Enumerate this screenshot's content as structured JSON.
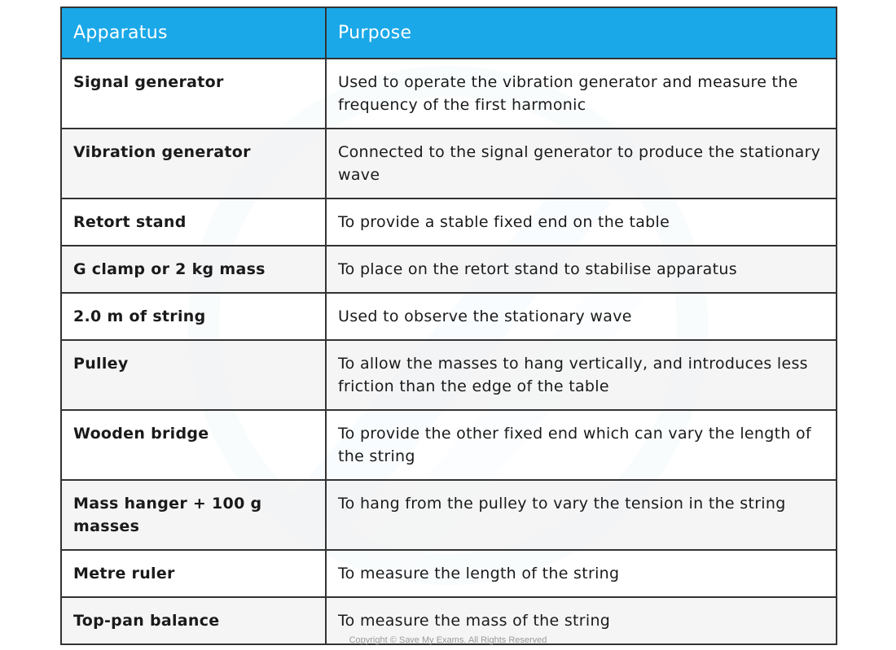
{
  "table": {
    "headers": [
      "Apparatus",
      "Purpose"
    ],
    "rows": [
      {
        "apparatus": "Signal generator",
        "purpose": "Used to operate the  vibration generator and measure the frequency of the first harmonic"
      },
      {
        "apparatus": "Vibration generator",
        "purpose": "Connected to the signal generator to produce the stationary wave"
      },
      {
        "apparatus": "Retort stand",
        "purpose": "To provide a stable fixed end on the table"
      },
      {
        "apparatus": "G clamp or 2 kg mass",
        "purpose": "To place on the retort stand to stabilise apparatus"
      },
      {
        "apparatus": "2.0 m of string",
        "purpose": "Used to observe the stationary wave"
      },
      {
        "apparatus": "Pulley",
        "purpose": "To allow the masses to hang vertically, and introduces less friction than the edge of the table"
      },
      {
        "apparatus": "Wooden bridge",
        "purpose": "To provide the other fixed end which can vary the length of the string"
      },
      {
        "apparatus": "Mass hanger + 100 g masses",
        "purpose": "To hang from the pulley to vary the tension in the string"
      },
      {
        "apparatus": "Metre ruler",
        "purpose": "To measure the length of the string"
      },
      {
        "apparatus": "Top-pan balance",
        "purpose": "To measure the mass of the string"
      }
    ]
  },
  "copyright": "Copyright © Save My Exams. All Rights Reserved",
  "colors": {
    "header_bg": "#1aa8e8",
    "header_text": "#ffffff",
    "border": "#333333",
    "stripe": "#f3f3f3"
  },
  "watermark_icon": "save-my-exams-logo-icon"
}
